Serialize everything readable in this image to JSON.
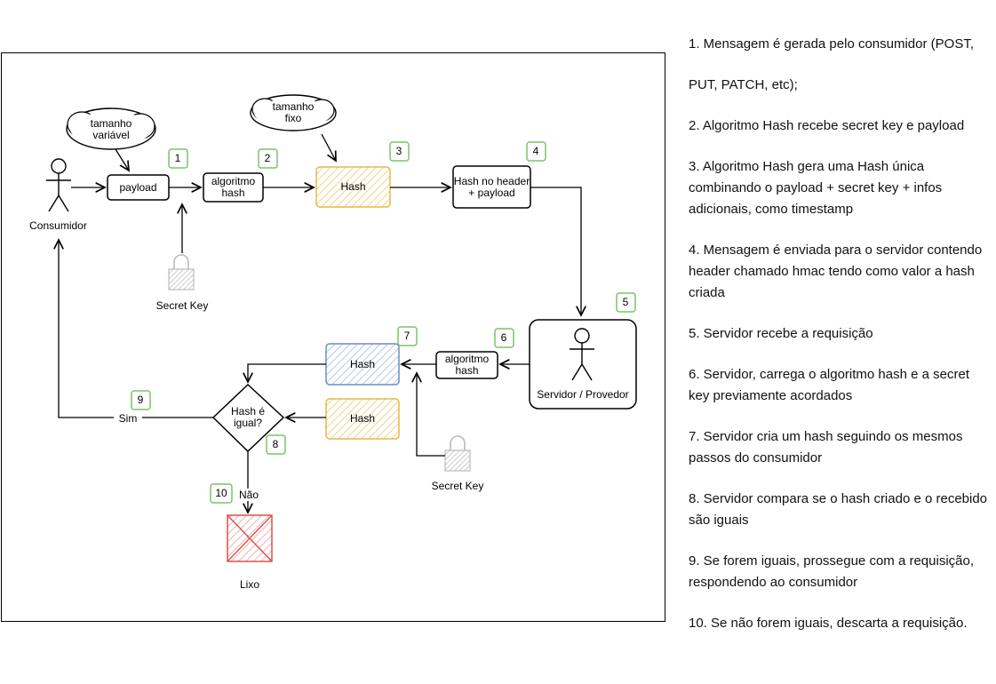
{
  "diagram": {
    "actors": {
      "consumer": "Consumidor",
      "server": "Servidor / Provedor"
    },
    "clouds": {
      "variable": "tamanho variável",
      "fixed": "tamanho fixo"
    },
    "boxes": {
      "payload": "payload",
      "algo1": "algoritmo hash",
      "hash1": "Hash",
      "header": "Hash no header + payload",
      "algo2": "algoritmo hash",
      "hash_server": "Hash",
      "hash_received": "Hash",
      "decision": "Hash é igual?",
      "trash": "Lixo"
    },
    "secret_key_labels": [
      "Secret Key",
      "Secret Key"
    ],
    "edge_labels": {
      "yes": "Sim",
      "no": "Não"
    },
    "step_badges": [
      "1",
      "2",
      "3",
      "4",
      "5",
      "6",
      "7",
      "8",
      "9",
      "10"
    ],
    "colors": {
      "badge_border": "#7ac36a",
      "hash_yellow": "#e6b84a",
      "hash_blue": "#6c8ebf",
      "trash_red": "#d9534f"
    }
  },
  "steps": [
    "1. Mensagem é gerada pelo consumidor (POST,",
    "PUT, PATCH, etc);",
    "2. Algoritmo Hash recebe secret key e payload",
    "3. Algoritmo Hash gera uma Hash única combinando o payload + secret key + infos adicionais, como timestamp",
    "4. Mensagem é enviada para o servidor contendo header chamado hmac tendo como valor a hash criada",
    "5. Servidor recebe a requisição",
    "6. Servidor, carrega o algoritmo hash e a secret key previamente acordados",
    "7. Servidor cria um hash seguindo os mesmos passos do consumidor",
    "8. Servidor compara se o hash criado e o recebido são iguais",
    "9. Se forem iguais, prossegue com a requisição, respondendo ao consumidor",
    "10. Se não forem iguais, descarta a requisição."
  ]
}
